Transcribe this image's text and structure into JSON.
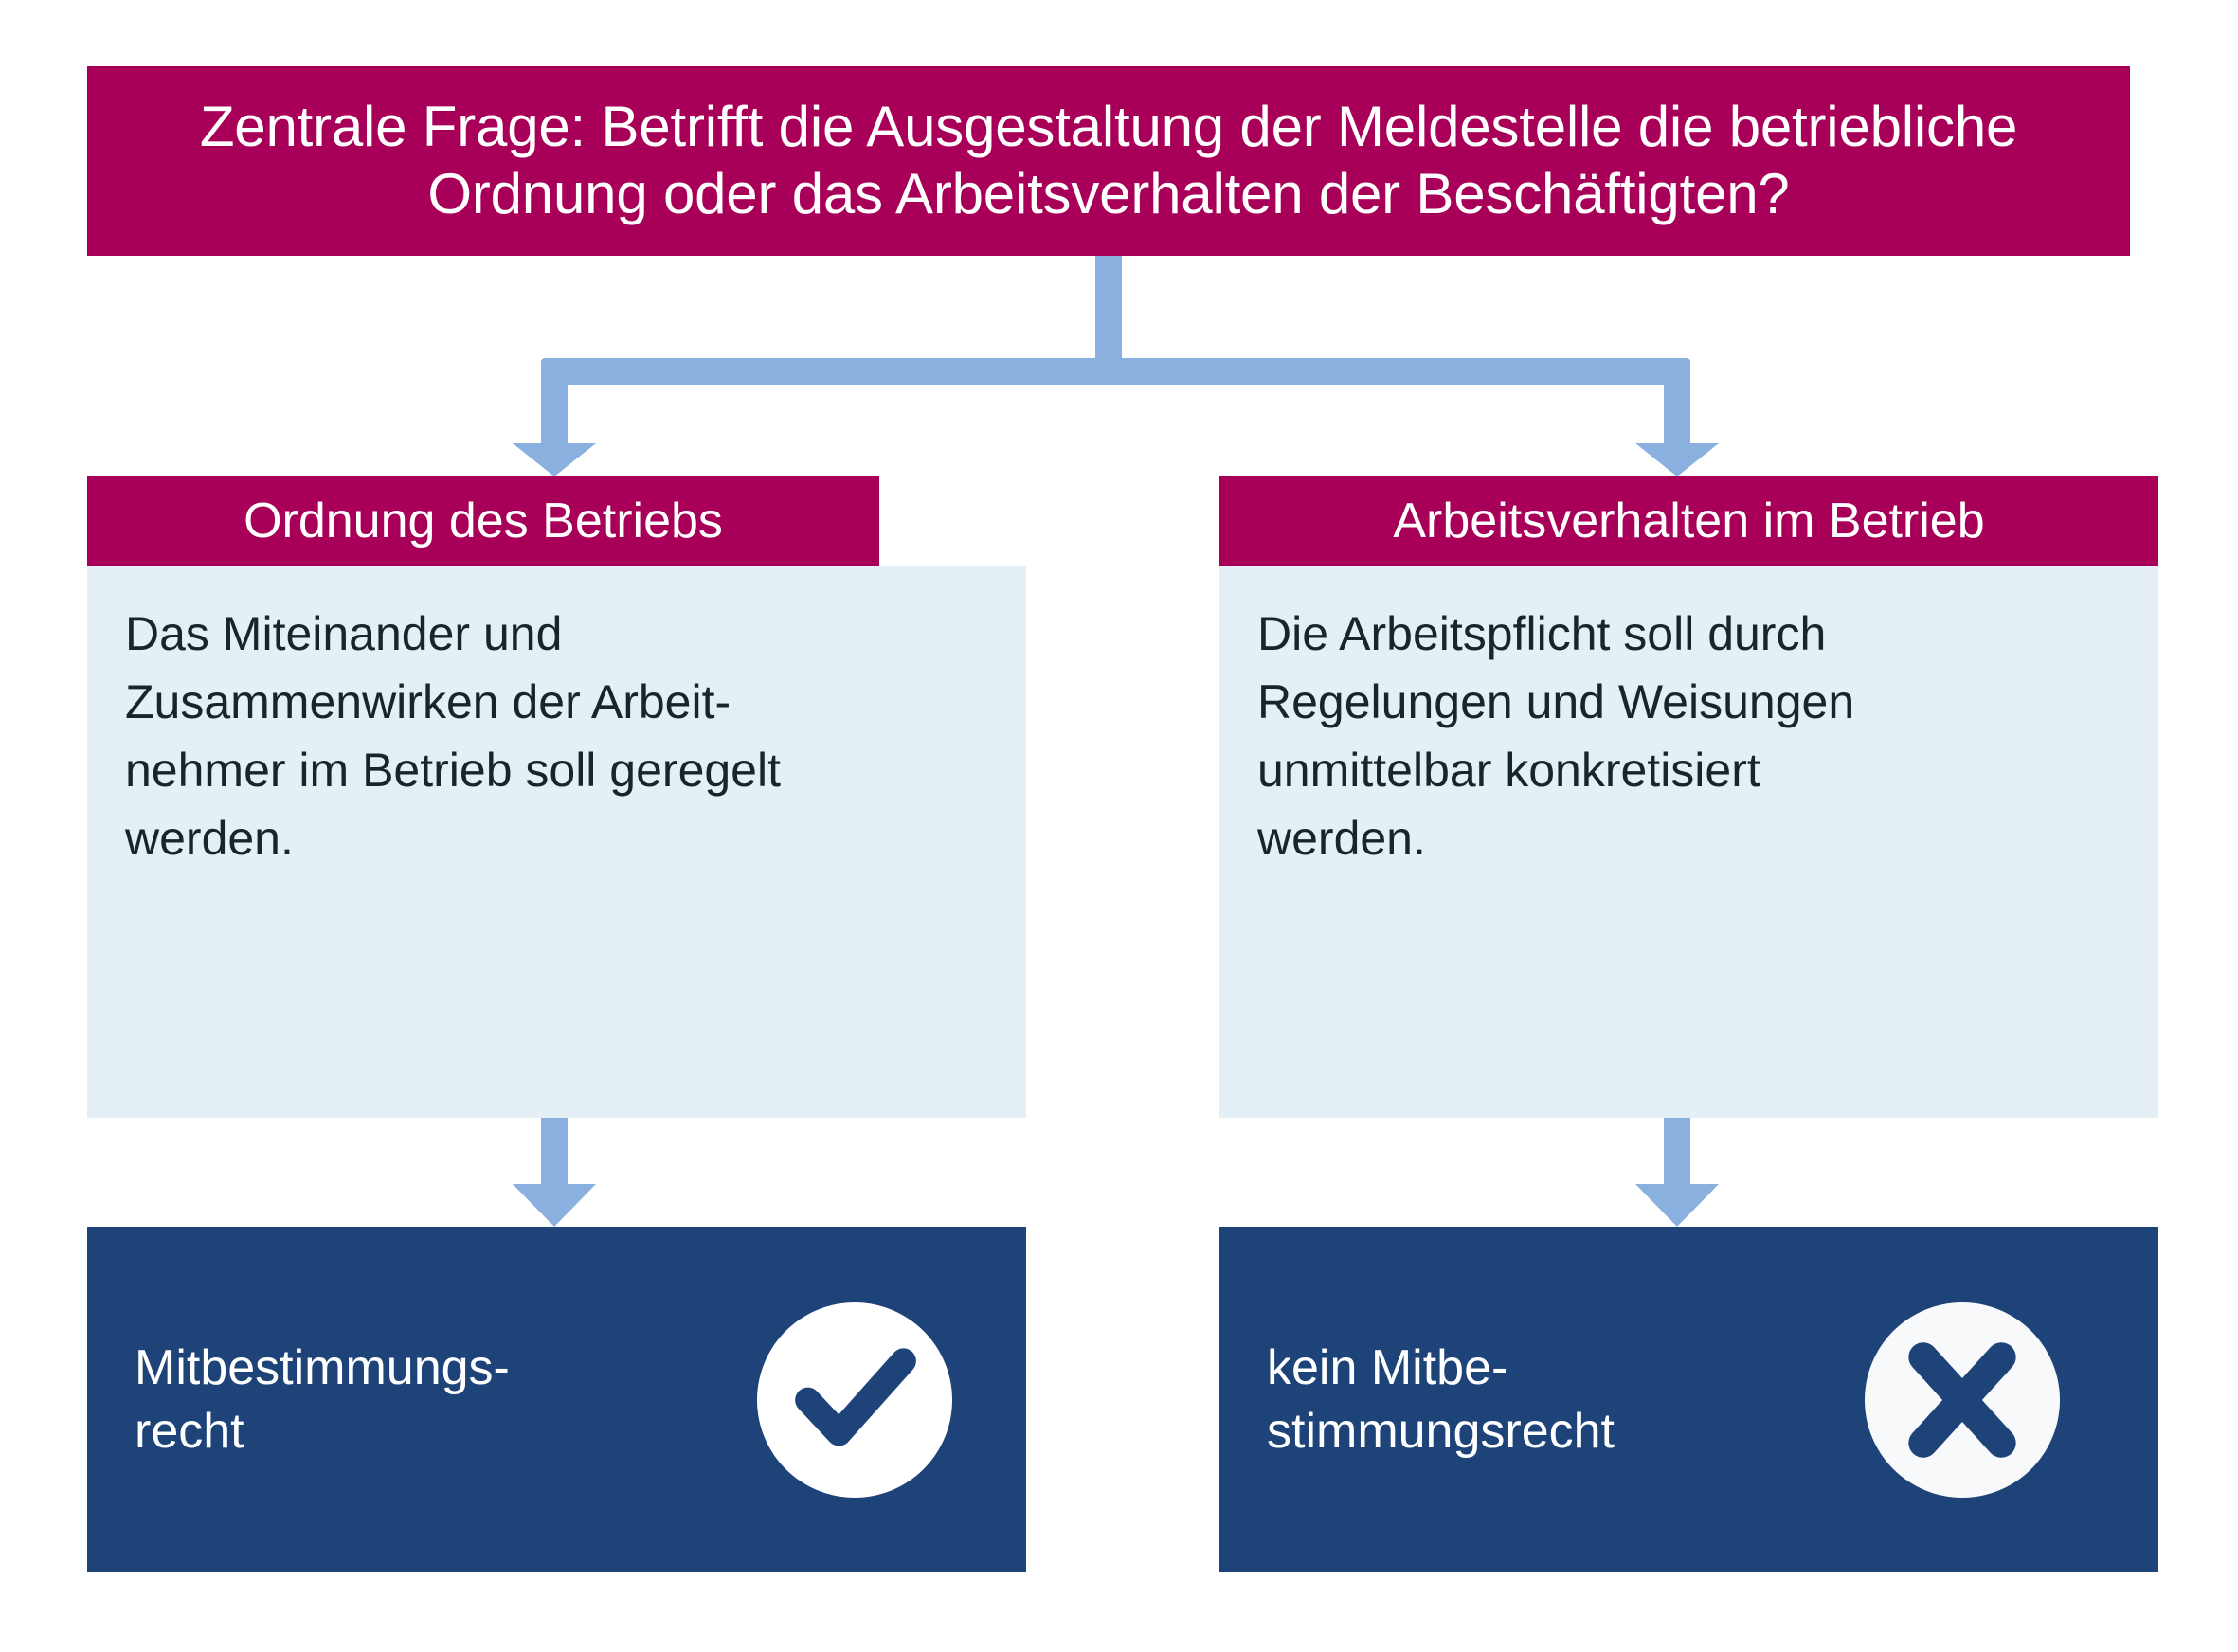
{
  "colors": {
    "magenta": "#A80059",
    "pale_blue": "#E4EFF6",
    "dark_blue": "#1E4379",
    "arrow_blue": "#8AB0DF",
    "body_text": "#17262B",
    "white": "#FFFFFF"
  },
  "question": {
    "text": "Zentrale Frage: Betrifft die Ausgestaltung der Meldestelle die betriebliche Ordnung oder das Arbeitsverhalten der Beschäftigten?"
  },
  "branches": [
    {
      "header": "Ordnung des Betriebs",
      "body": "Das Miteinander und\nZusammenwirken der Arbeit-\nnehmer im Betrieb soll geregelt\nwerden.",
      "result_label": "Mitbestimmungs-\nrecht",
      "result_icon": "check-circle-icon"
    },
    {
      "header": "Arbeitsverhalten im Betrieb",
      "body": "Die Arbeitspflicht soll durch\nRegelungen und Weisungen\nunmittelbar konkretisiert\nwerden.",
      "result_label": "kein Mitbe-\nstimmungsrecht",
      "result_icon": "cross-circle-icon"
    }
  ]
}
